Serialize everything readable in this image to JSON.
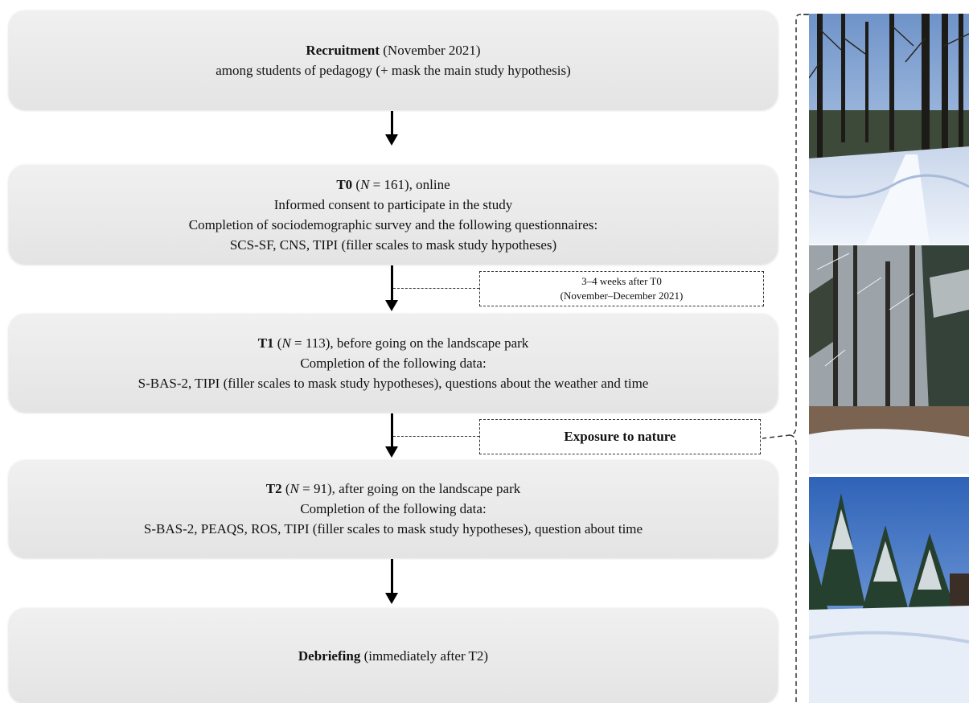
{
  "recruitment": {
    "title": "Recruitment",
    "title_rest": " (November 2021)",
    "line2": "among students of pedagogy (+ mask the main study hypothesis)"
  },
  "t0": {
    "label": "T0",
    "n_open": " (",
    "n_var": "N",
    "n_rest": " = 161), online",
    "line2": "Informed consent to participate in the study",
    "line3": "Completion of sociodemographic survey and the following questionnaires:",
    "line4": "SCS-SF, CNS, TIPI (filler scales to mask study hypotheses)"
  },
  "weeks_note": {
    "line1": "3–4 weeks after T0",
    "line2": "(November–December 2021)"
  },
  "t1": {
    "label": "T1",
    "n_open": " (",
    "n_var": "N",
    "n_rest": " = 113), before going on the landscape park",
    "line2": "Completion of the following data:",
    "line3": "S-BAS-2, TIPI (filler scales to mask study hypotheses), questions about the weather and time"
  },
  "exposure_note": {
    "label": "Exposure to nature"
  },
  "t2": {
    "label": "T2",
    "n_open": " (",
    "n_var": "N",
    "n_rest": " = 91), after going on the landscape park",
    "line2": "Completion of the following data:",
    "line3": "S-BAS-2, PEAQS, ROS, TIPI (filler scales to mask study hypotheses), question about time"
  },
  "debriefing": {
    "title": "Debriefing",
    "title_rest": " (immediately after T2)"
  },
  "colors": {
    "box_fill": "#eaeaea",
    "arrow": "#000000",
    "dash": "#333333"
  }
}
